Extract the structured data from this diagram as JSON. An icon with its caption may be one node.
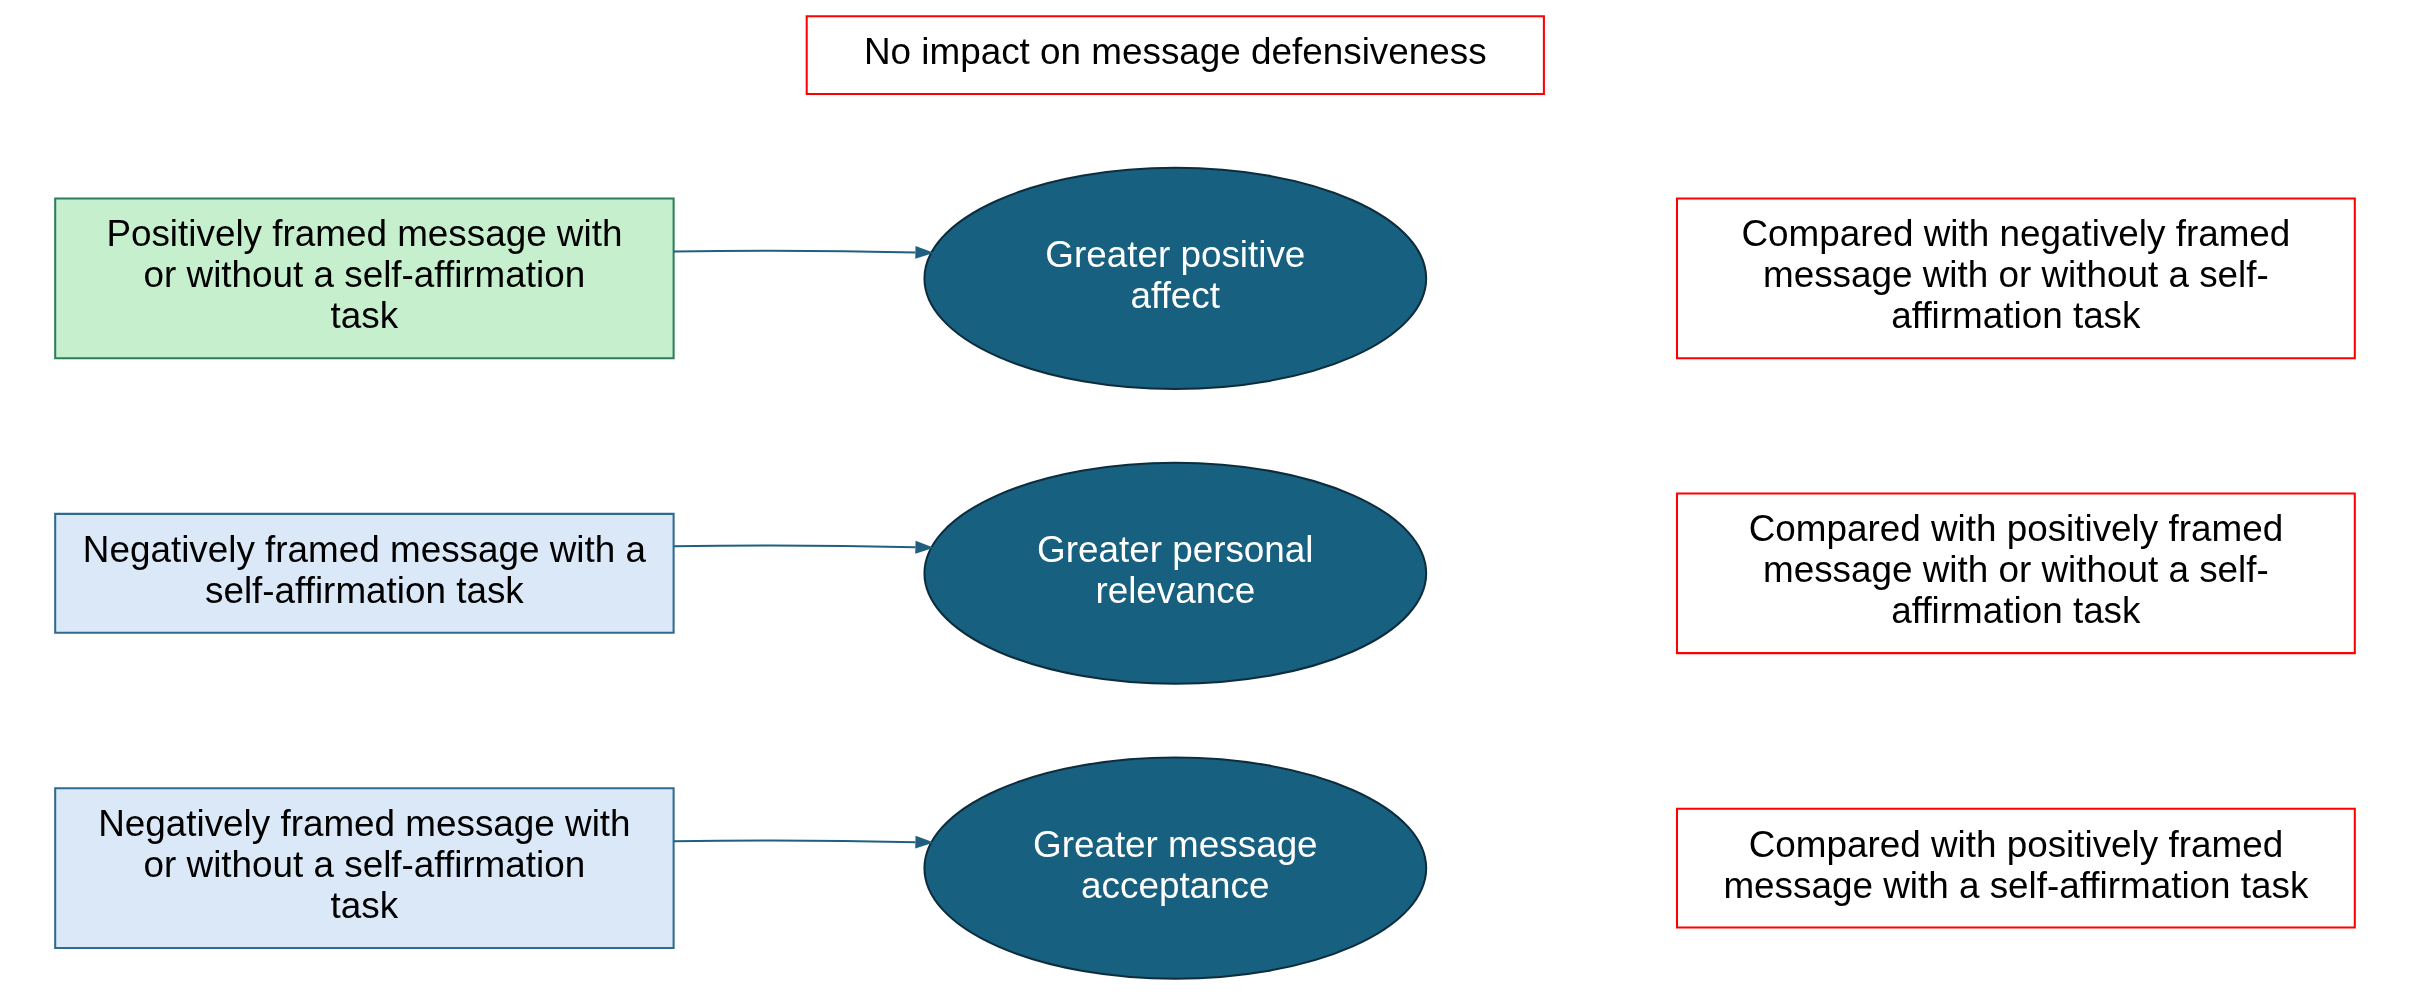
{
  "diagram": {
    "nodes": [
      {
        "text": [
          "Negatively framed message with or without a self-affirmation task"
        ]
      },
      {
        "text": [
          "Greater message acceptance"
        ]
      },
      {
        "text": [
          "Compared with positively framed message with a self-affirmation task"
        ]
      },
      {
        "text": [
          "Negatively framed message with a self-affirmation task"
        ]
      },
      {
        "text": [
          "Greater personal relevance"
        ]
      },
      {
        "text": [
          "Compared with positively framed message with or without a self-affirmation task"
        ]
      },
      {
        "text": [
          "Positively framed message with or without a self-affirmation task"
        ]
      },
      {
        "text": [
          "Greater positive affect"
        ]
      },
      {
        "text": [
          "Compared with negatively framed message with or without a self-affirmation task"
        ]
      },
      {
        "text": [
          "No impact on message defensiveness"
        ]
      }
    ],
    "edges": [
      {
        "from": 0,
        "to": 1,
        "arrow": "to"
      },
      {
        "from": 3,
        "to": 4,
        "arrow": "to"
      },
      {
        "from": 6,
        "to": 7,
        "arrow": "to"
      }
    ]
  }
}
